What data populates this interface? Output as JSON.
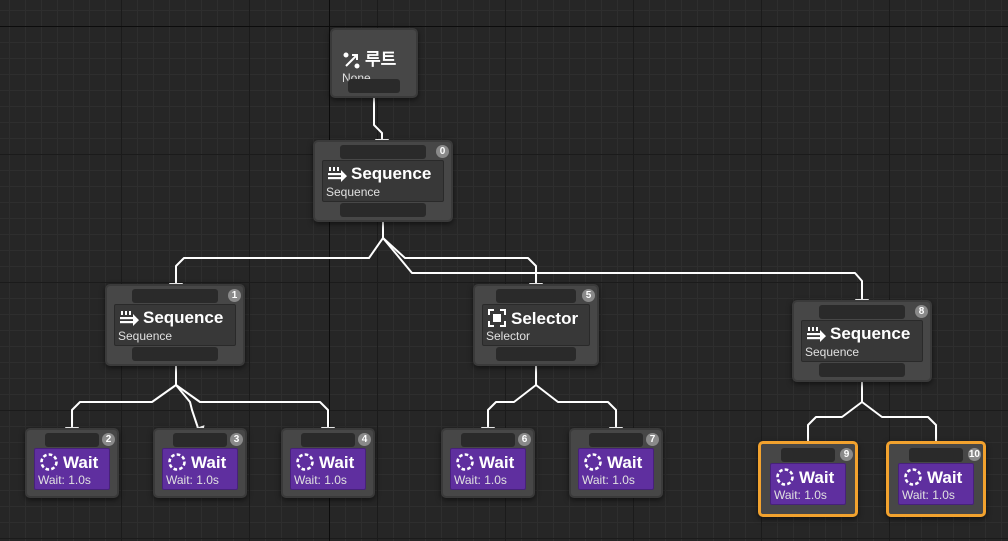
{
  "root": {
    "title": "루트",
    "subtitle": "None"
  },
  "nodes": [
    {
      "title": "Sequence",
      "subtitle": "Sequence",
      "index": "0"
    },
    {
      "title": "Sequence",
      "subtitle": "Sequence",
      "index": "1"
    },
    {
      "title": "Wait",
      "subtitle": "Wait: 1.0s",
      "index": "2"
    },
    {
      "title": "Wait",
      "subtitle": "Wait: 1.0s",
      "index": "3"
    },
    {
      "title": "Wait",
      "subtitle": "Wait: 1.0s",
      "index": "4"
    },
    {
      "title": "Selector",
      "subtitle": "Selector",
      "index": "5"
    },
    {
      "title": "Wait",
      "subtitle": "Wait: 1.0s",
      "index": "6"
    },
    {
      "title": "Wait",
      "subtitle": "Wait: 1.0s",
      "index": "7"
    },
    {
      "title": "Sequence",
      "subtitle": "Sequence",
      "index": "8"
    },
    {
      "title": "Wait",
      "subtitle": "Wait: 1.0s",
      "index": "9",
      "selected": true
    },
    {
      "title": "Wait",
      "subtitle": "Wait: 1.0s",
      "index": "10",
      "selected": true
    }
  ],
  "colors": {
    "wait": "#5f2f9f",
    "selection": "#f2a22e",
    "node": "#474747",
    "wire": "#ffffff"
  },
  "icons": {
    "root": "root-icon",
    "sequence": "sequence-icon",
    "selector": "selector-icon",
    "wait": "wait-icon"
  }
}
